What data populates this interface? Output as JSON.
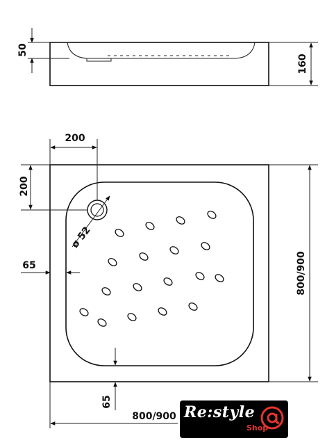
{
  "side_view": {
    "dim_rim_height": "50",
    "dim_total_height": "160"
  },
  "top_view": {
    "dim_drain_offset_x": "200",
    "dim_drain_offset_y": "200",
    "dim_drain_diameter": "ø 52",
    "dim_left_margin": "65",
    "dim_bottom_margin": "65",
    "dim_width": "800/900",
    "dim_depth": "800/900",
    "anti_slip_dots": 18
  },
  "logo": {
    "text": "Re:style",
    "sub": "Shop",
    "accent_color": "#e3342f"
  }
}
